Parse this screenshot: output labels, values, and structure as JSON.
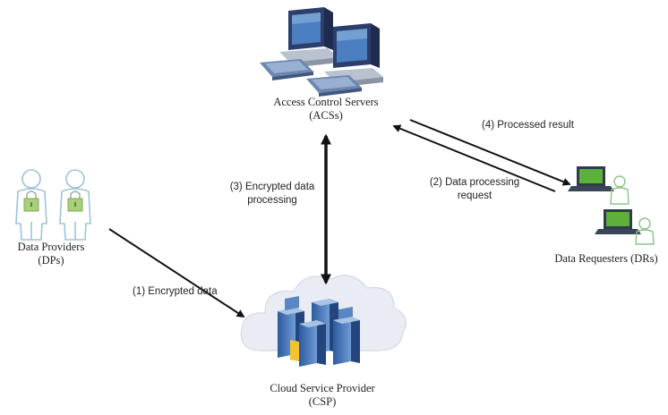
{
  "nodes": {
    "acs": {
      "name": "Access Control Servers",
      "abbr": "(ACSs)"
    },
    "dps": {
      "name": "Data Providers",
      "abbr": "(DPs)"
    },
    "drs": {
      "name": "Data Requesters (DRs)"
    },
    "csp": {
      "name": "Cloud Service Provider",
      "abbr": "(CSP)"
    }
  },
  "edges": {
    "encrypted_data": "(1) Encrypted data",
    "data_processing_request": {
      "line1": "(2) Data processing",
      "line2": "request"
    },
    "encrypted_data_processing": {
      "line1": "(3) Encrypted data",
      "line2": "processing"
    },
    "processed_result": "(4) Processed result"
  },
  "colors": {
    "arrow": "#111111",
    "computer": "#2c3e6b",
    "keyboard": "#6b86b0",
    "person_outline": "#9fc3d6",
    "lock": "#a8cf7a",
    "laptop_screen": "#5db13a",
    "server": "#3f6db0",
    "cloud": "#e9edf3"
  }
}
